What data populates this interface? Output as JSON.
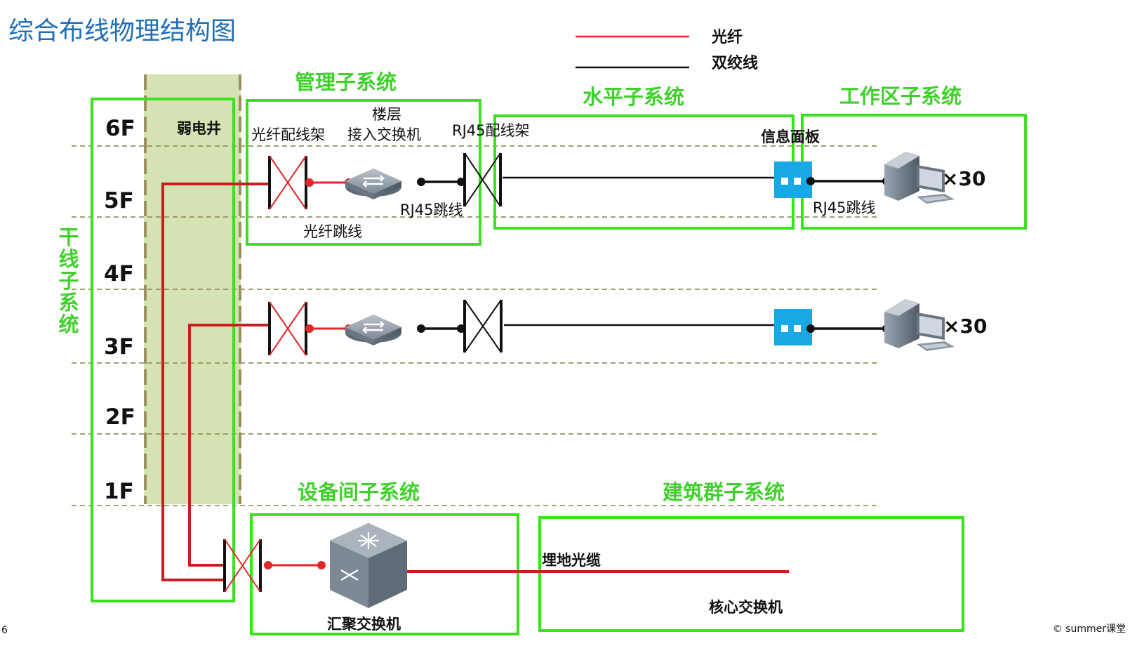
{
  "title": "综合布线物理结构图",
  "legend": {
    "fiber": "光纤",
    "twisted_pair": "双绞线",
    "fiber_color": "#e3262b",
    "twisted_color": "#111111"
  },
  "floors": [
    "6F",
    "5F",
    "4F",
    "3F",
    "2F",
    "1F"
  ],
  "shaft_label": "弱电井",
  "subsystems": {
    "backbone": "干线子系统",
    "management": "管理子系统",
    "horizontal": "水平子系统",
    "work_area": "工作区子系统",
    "equipment_room": "设备间子系统",
    "campus": "建筑群子系统"
  },
  "labels": {
    "fiber_panel": "光纤配线架",
    "floor_switch_line1": "楼层",
    "floor_switch_line2": "接入交换机",
    "rj45_panel": "RJ45配线架",
    "rj45_jumper": "RJ45跳线",
    "fiber_jumper": "光纤跳线",
    "info_panel": "信息面板",
    "rj45_jumper_2": "RJ45跳线",
    "pc_count_1": "×30",
    "pc_count_2": "×30",
    "buried_fiber": "埋地光缆",
    "core_switch": "核心交换机",
    "agg_switch": "汇聚交换机"
  },
  "footer": {
    "page": "6",
    "copyright": "© summer课堂"
  },
  "colors": {
    "green_box": "#39e21d",
    "shaft_fill": "#d4e2b4",
    "shaft_dash": "#9a9060",
    "fiber": "#c81e1e",
    "panel_blue": "#18a8e6"
  },
  "icons": [
    "switch-icon",
    "core-switch-icon",
    "computer-icon",
    "info-panel-icon",
    "patch-panel-icon"
  ]
}
